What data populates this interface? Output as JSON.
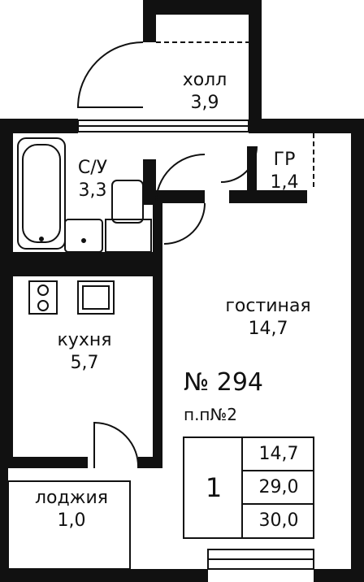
{
  "colors": {
    "wall": "#111111",
    "background": "#ffffff"
  },
  "rooms": [
    {
      "id": "hall",
      "name": "холл",
      "area": "3,9"
    },
    {
      "id": "bathroom",
      "name": "С/У",
      "area": "3,3"
    },
    {
      "id": "closet",
      "name": "ГР",
      "area": "1,4"
    },
    {
      "id": "living",
      "name": "гостиная",
      "area": "14,7"
    },
    {
      "id": "kitchen",
      "name": "кухня",
      "area": "5,7"
    },
    {
      "id": "loggia",
      "name": "лоджия",
      "area": "1,0"
    }
  ],
  "apartment": {
    "number": "№ 294",
    "section": "п.п№2"
  },
  "summary": {
    "rooms_count": "1",
    "living_area": "14,7",
    "total_area": "29,0",
    "total_with_loggia": "30,0"
  }
}
